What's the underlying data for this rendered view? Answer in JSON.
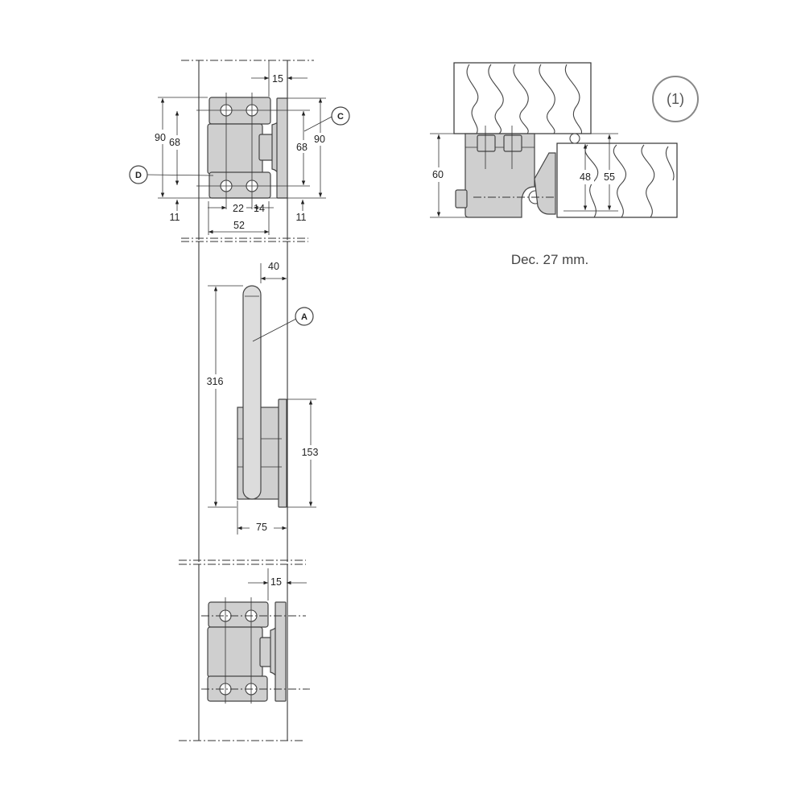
{
  "dimensions": {
    "top_offset": "15",
    "top_height_outer_left": "90",
    "top_height_inner_left": "68",
    "top_height_inner_right": "68",
    "top_height_outer_right": "90",
    "top_hole_spacing_left": "22",
    "top_hole_spacing_right": "14",
    "top_edge_left": "11",
    "top_edge_right": "11",
    "top_width": "52",
    "rod_offset": "40",
    "rod_length": "316",
    "plate_height": "153",
    "mid_width": "75",
    "bottom_offset": "15",
    "detail_height": "60",
    "detail_inner_a": "48",
    "detail_inner_b": "55"
  },
  "callouts": {
    "a": "A",
    "c": "C",
    "d": "D"
  },
  "detail": {
    "view_label": "(1)",
    "caption": "Dec. 27 mm."
  },
  "colors": {
    "part_fill": "#cfcfcf",
    "line": "#222222"
  }
}
